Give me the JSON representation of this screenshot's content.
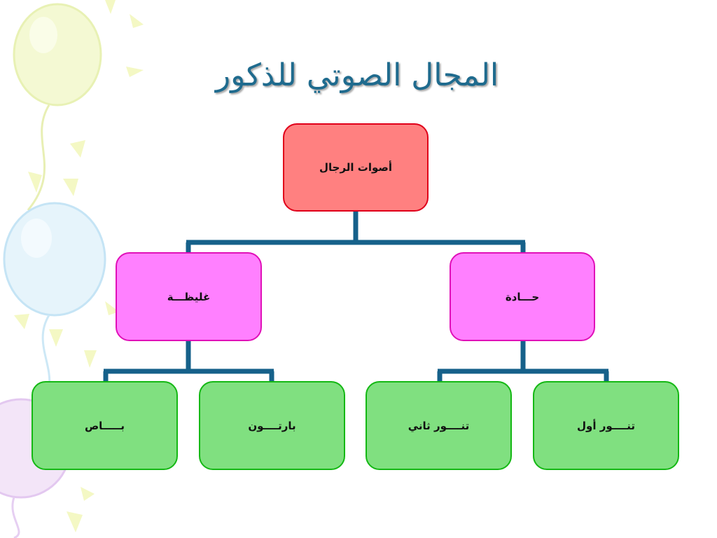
{
  "title": "المجال الصوتي للذكور",
  "colors": {
    "connector": "#16618a",
    "title": "#1f6b8e",
    "root_fill": "#ff8080",
    "root_border": "#e0001a",
    "mid_fill": "#ff80ff",
    "mid_border": "#e010b8",
    "leaf_fill": "#80e080",
    "leaf_border": "#14b814"
  },
  "tree": {
    "root": "أصوات الرجال",
    "left": {
      "label": "غليظـــة",
      "children": [
        "بـــــاص",
        "بارتــــون"
      ]
    },
    "right": {
      "label": "حـــادة",
      "children": [
        "تنــــور ثاني",
        "تنــــور أول"
      ]
    }
  }
}
